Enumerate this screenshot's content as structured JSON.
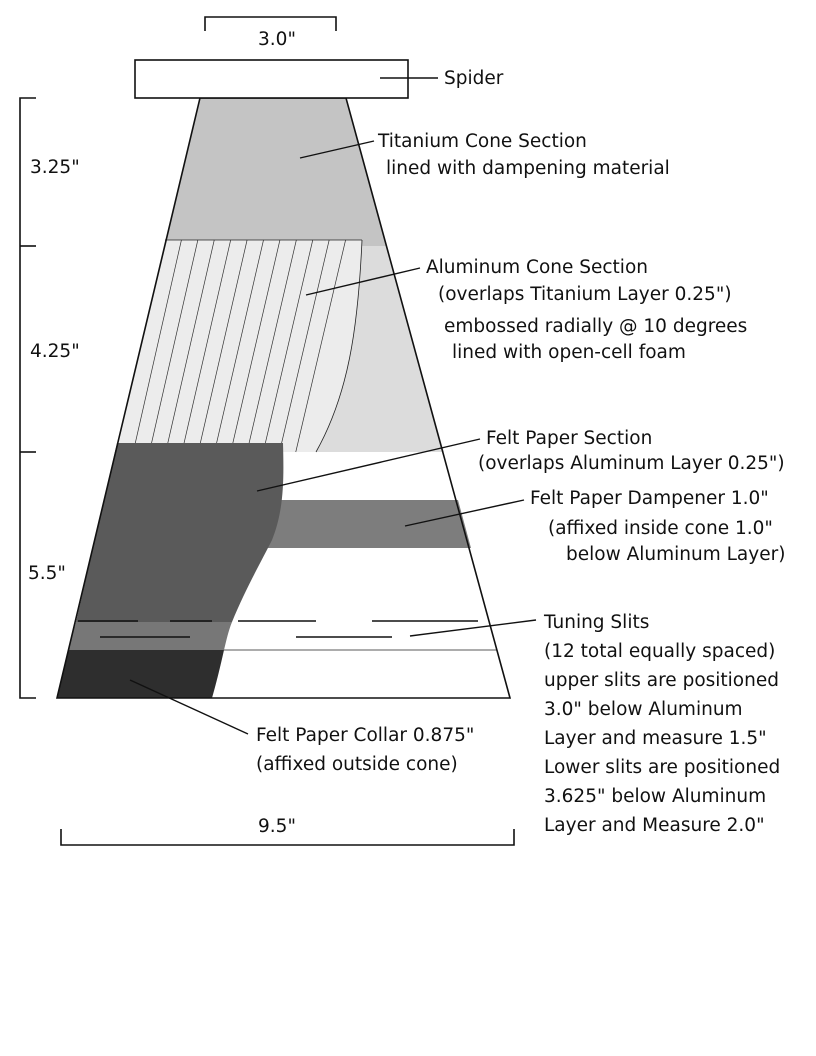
{
  "colors": {
    "titanium": "#c4c4c4",
    "aluminum": "#dcdcdc",
    "aluminum_embossed": "#ececec",
    "felt_section": "#5a5a5a",
    "felt_collar": "#2e2e2e",
    "felt_dampener": "#7d7d7d",
    "slit_band": "#777777",
    "outline": "#111111"
  },
  "dimensions": {
    "spider_width": "3.0\"",
    "titanium_height": "3.25\"",
    "aluminum_height": "4.25\"",
    "felt_height": "5.5\"",
    "base_width": "9.5\""
  },
  "callouts": {
    "spider": {
      "lines": [
        "Spider"
      ]
    },
    "titanium": {
      "lines": [
        "Titanium Cone Section",
        "lined with dampening material"
      ]
    },
    "aluminum": {
      "lines": [
        "Aluminum Cone Section",
        "(overlaps Titanium Layer 0.25\")",
        "embossed radially @ 10 degrees",
        "lined with open-cell foam"
      ]
    },
    "felt_section": {
      "lines": [
        "Felt Paper Section",
        "(overlaps Aluminum Layer 0.25\")"
      ]
    },
    "felt_dampener": {
      "lines": [
        "Felt Paper Dampener 1.0\"",
        "(affixed inside cone 1.0\"",
        "below Aluminum Layer)"
      ]
    },
    "tuning_slits": {
      "lines": [
        "Tuning Slits",
        "(12 total equally spaced)",
        "upper slits are positioned",
        "3.0\" below Aluminum",
        "Layer and measure 1.5\"",
        "Lower slits are positioned",
        "3.625\" below Aluminum",
        "Layer and Measure 2.0\""
      ]
    },
    "felt_collar": {
      "lines": [
        "Felt Paper Collar  0.875\"",
        "(affixed outside cone)"
      ]
    }
  }
}
